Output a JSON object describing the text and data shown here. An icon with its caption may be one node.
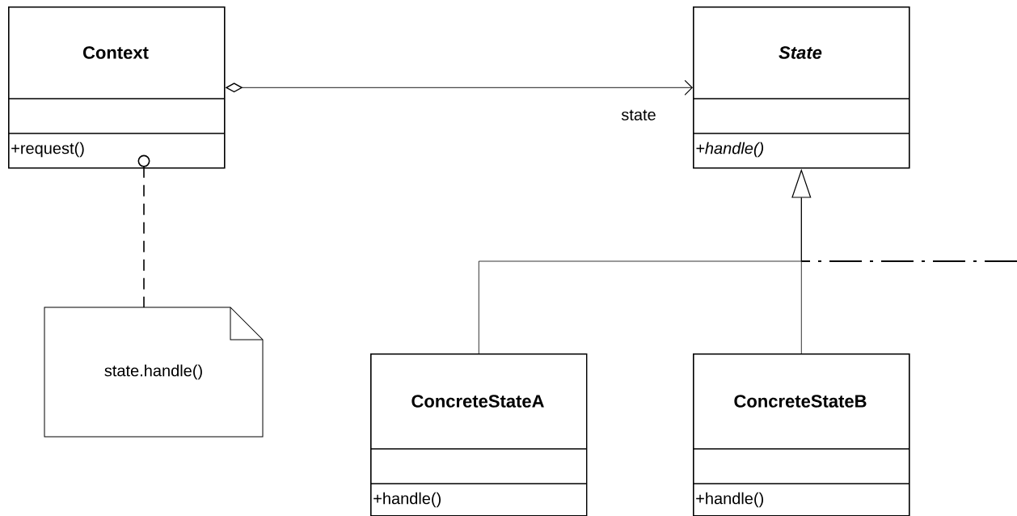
{
  "diagram": {
    "nodes": [
      {
        "text": [
          "Context",
          "+request()"
        ]
      },
      {
        "text": [
          "State",
          "+handle()"
        ]
      },
      {
        "text": [
          "state.handle()"
        ]
      },
      {
        "text": [
          "ConcreteStateA",
          "+handle()"
        ]
      },
      {
        "text": [
          "ConcreteStateB",
          "+handle()"
        ]
      }
    ],
    "edges": [
      {
        "from": 0,
        "to": 1,
        "arrow": "to",
        "label": "state"
      },
      {
        "from": 0,
        "to": 2,
        "arrow": "other",
        "style": "dashed"
      },
      {
        "from": 3,
        "to": 1,
        "arrow": "to"
      },
      {
        "from": 4,
        "to": 1,
        "arrow": "to"
      },
      {
        "from": null,
        "to": 1,
        "arrow": "to",
        "style": "dashed"
      }
    ]
  }
}
